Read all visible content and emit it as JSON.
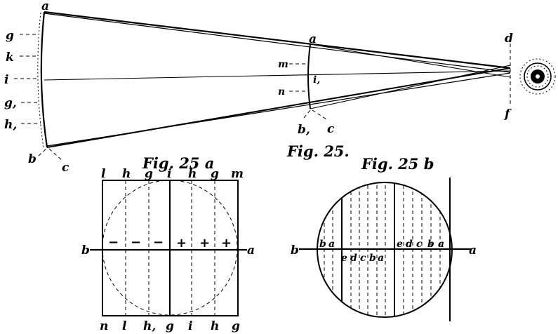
{
  "captions": {
    "fig25": "Fig. 25.",
    "fig25a": "Fig. 25 a",
    "fig25b": "Fig. 25 b"
  },
  "top": {
    "a_far": "a",
    "g": "g",
    "k": "k",
    "i": "i",
    "g1": "g,",
    "h1": "h,",
    "b_far": "b",
    "c_far": "c",
    "a_mid": "a",
    "m": "m",
    "i1": "i,",
    "n": "n",
    "b1": "b,",
    "c_mid": "c",
    "d": "d",
    "f": "f"
  },
  "fig_a": {
    "top_labels": [
      "l",
      "h",
      "g",
      "i",
      "h",
      "g",
      "m"
    ],
    "bottom_labels": [
      "n",
      "l",
      "h,",
      "g",
      "i",
      "h",
      "g"
    ],
    "b": "b",
    "a": "a",
    "minus": [
      "−",
      "−",
      "−"
    ],
    "plus": [
      "+",
      "+",
      "+"
    ]
  },
  "fig_b": {
    "b": "b",
    "a": "a",
    "left_ba": [
      "b",
      "a"
    ],
    "center_labels": [
      "e",
      "d",
      "c",
      "b",
      "a"
    ],
    "right_labels": [
      "e",
      "d",
      "c",
      "b",
      "a"
    ]
  }
}
